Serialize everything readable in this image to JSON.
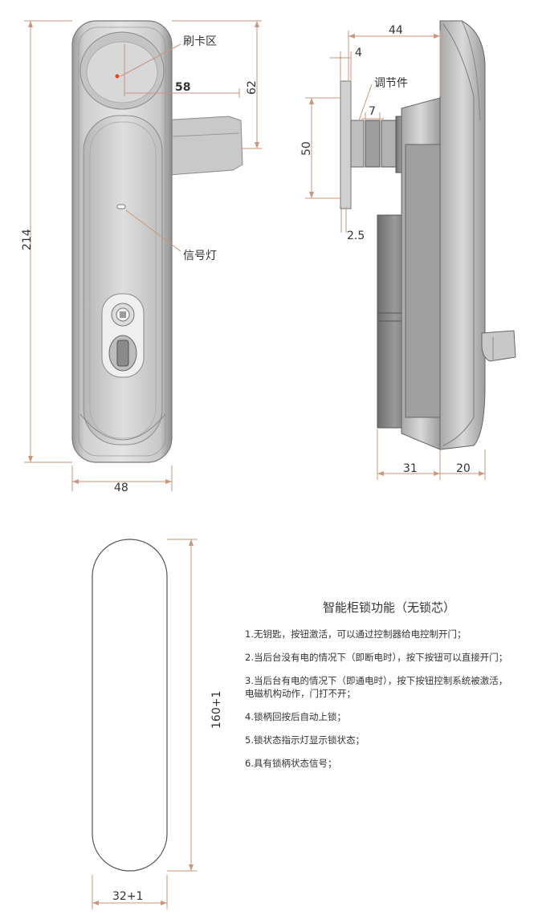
{
  "labels": {
    "card_area": "刷卡区",
    "adjuster": "调节件",
    "signal_light": "信号灯"
  },
  "dimensions": {
    "front_height": "214",
    "front_width": "48",
    "card_offset": "58",
    "card_height": "62",
    "side_depth_top": "44",
    "side_plate": "4",
    "side_adjuster": "7",
    "side_plate_height": "50",
    "side_gap": "2.5",
    "side_body_depth": "31",
    "side_head_depth": "20",
    "cutout_height": "160+1",
    "cutout_width": "32+1"
  },
  "notes": {
    "title": "智能柜锁功能（无锁芯）",
    "items": [
      "1.无钥匙，按钮激活，可以通过控制器给电控制开门；",
      "2.当后台没有电的情况下（即断电时），按下按钮可以直接开门；",
      "3.当后台有电的情况下（即通电时），按下按钮控制系统被激活，\n电磁机构动作，门打不开；",
      "4.锁柄回按后自动上锁；",
      "5.锁状态指示灯显示锁状态；",
      "6.具有锁柄状态信号；"
    ]
  },
  "colors": {
    "dimension_line": "#c9967e",
    "body_dark": "#8c8c8c",
    "body_light": "#d6d6d6"
  }
}
